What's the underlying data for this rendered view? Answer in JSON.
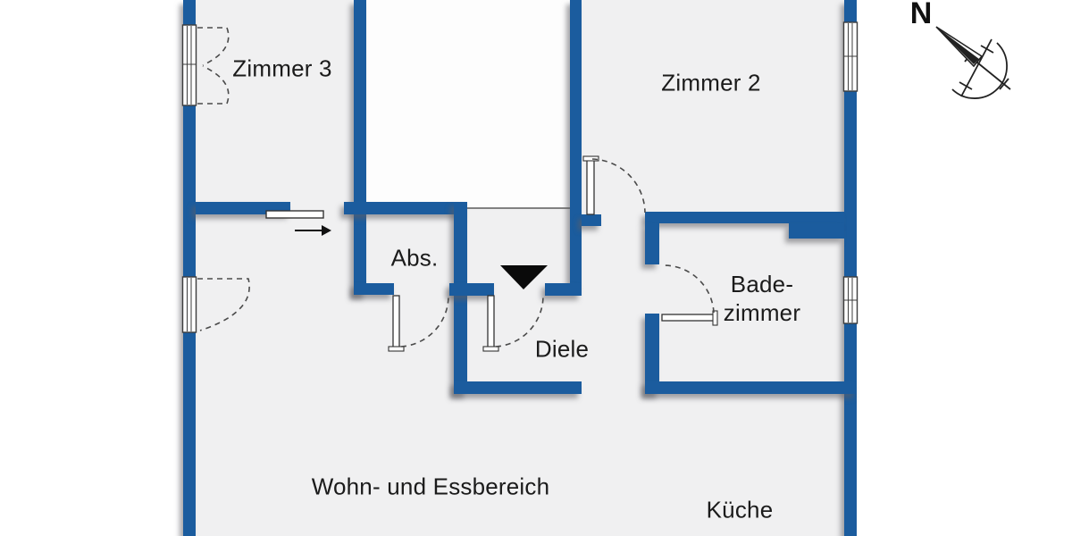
{
  "floorplan": {
    "rooms": {
      "zimmer3": {
        "label": "Zimmer 3"
      },
      "zimmer2": {
        "label": "Zimmer 2"
      },
      "abstellraum": {
        "label": "Abs."
      },
      "diele": {
        "label": "Diele"
      },
      "badezimmer": {
        "label_line1": "Bade-",
        "label_line2": "zimmer"
      },
      "wohn_essbereich": {
        "label": "Wohn- und Essbereich"
      },
      "kueche": {
        "label": "Küche"
      }
    },
    "compass": {
      "north_label": "N"
    },
    "icons": {
      "entrance_marker": "triangle-down-icon",
      "sliding_door_direction": "arrow-right-icon",
      "compass_rose": "compass-icon"
    },
    "colors": {
      "wall_blue": "#1b5c9e",
      "room_fill": "#f0f0f1",
      "stairwell_white": "#fdfdfd",
      "outside_white": "#ffffff",
      "text": "#1b1b1b"
    }
  }
}
